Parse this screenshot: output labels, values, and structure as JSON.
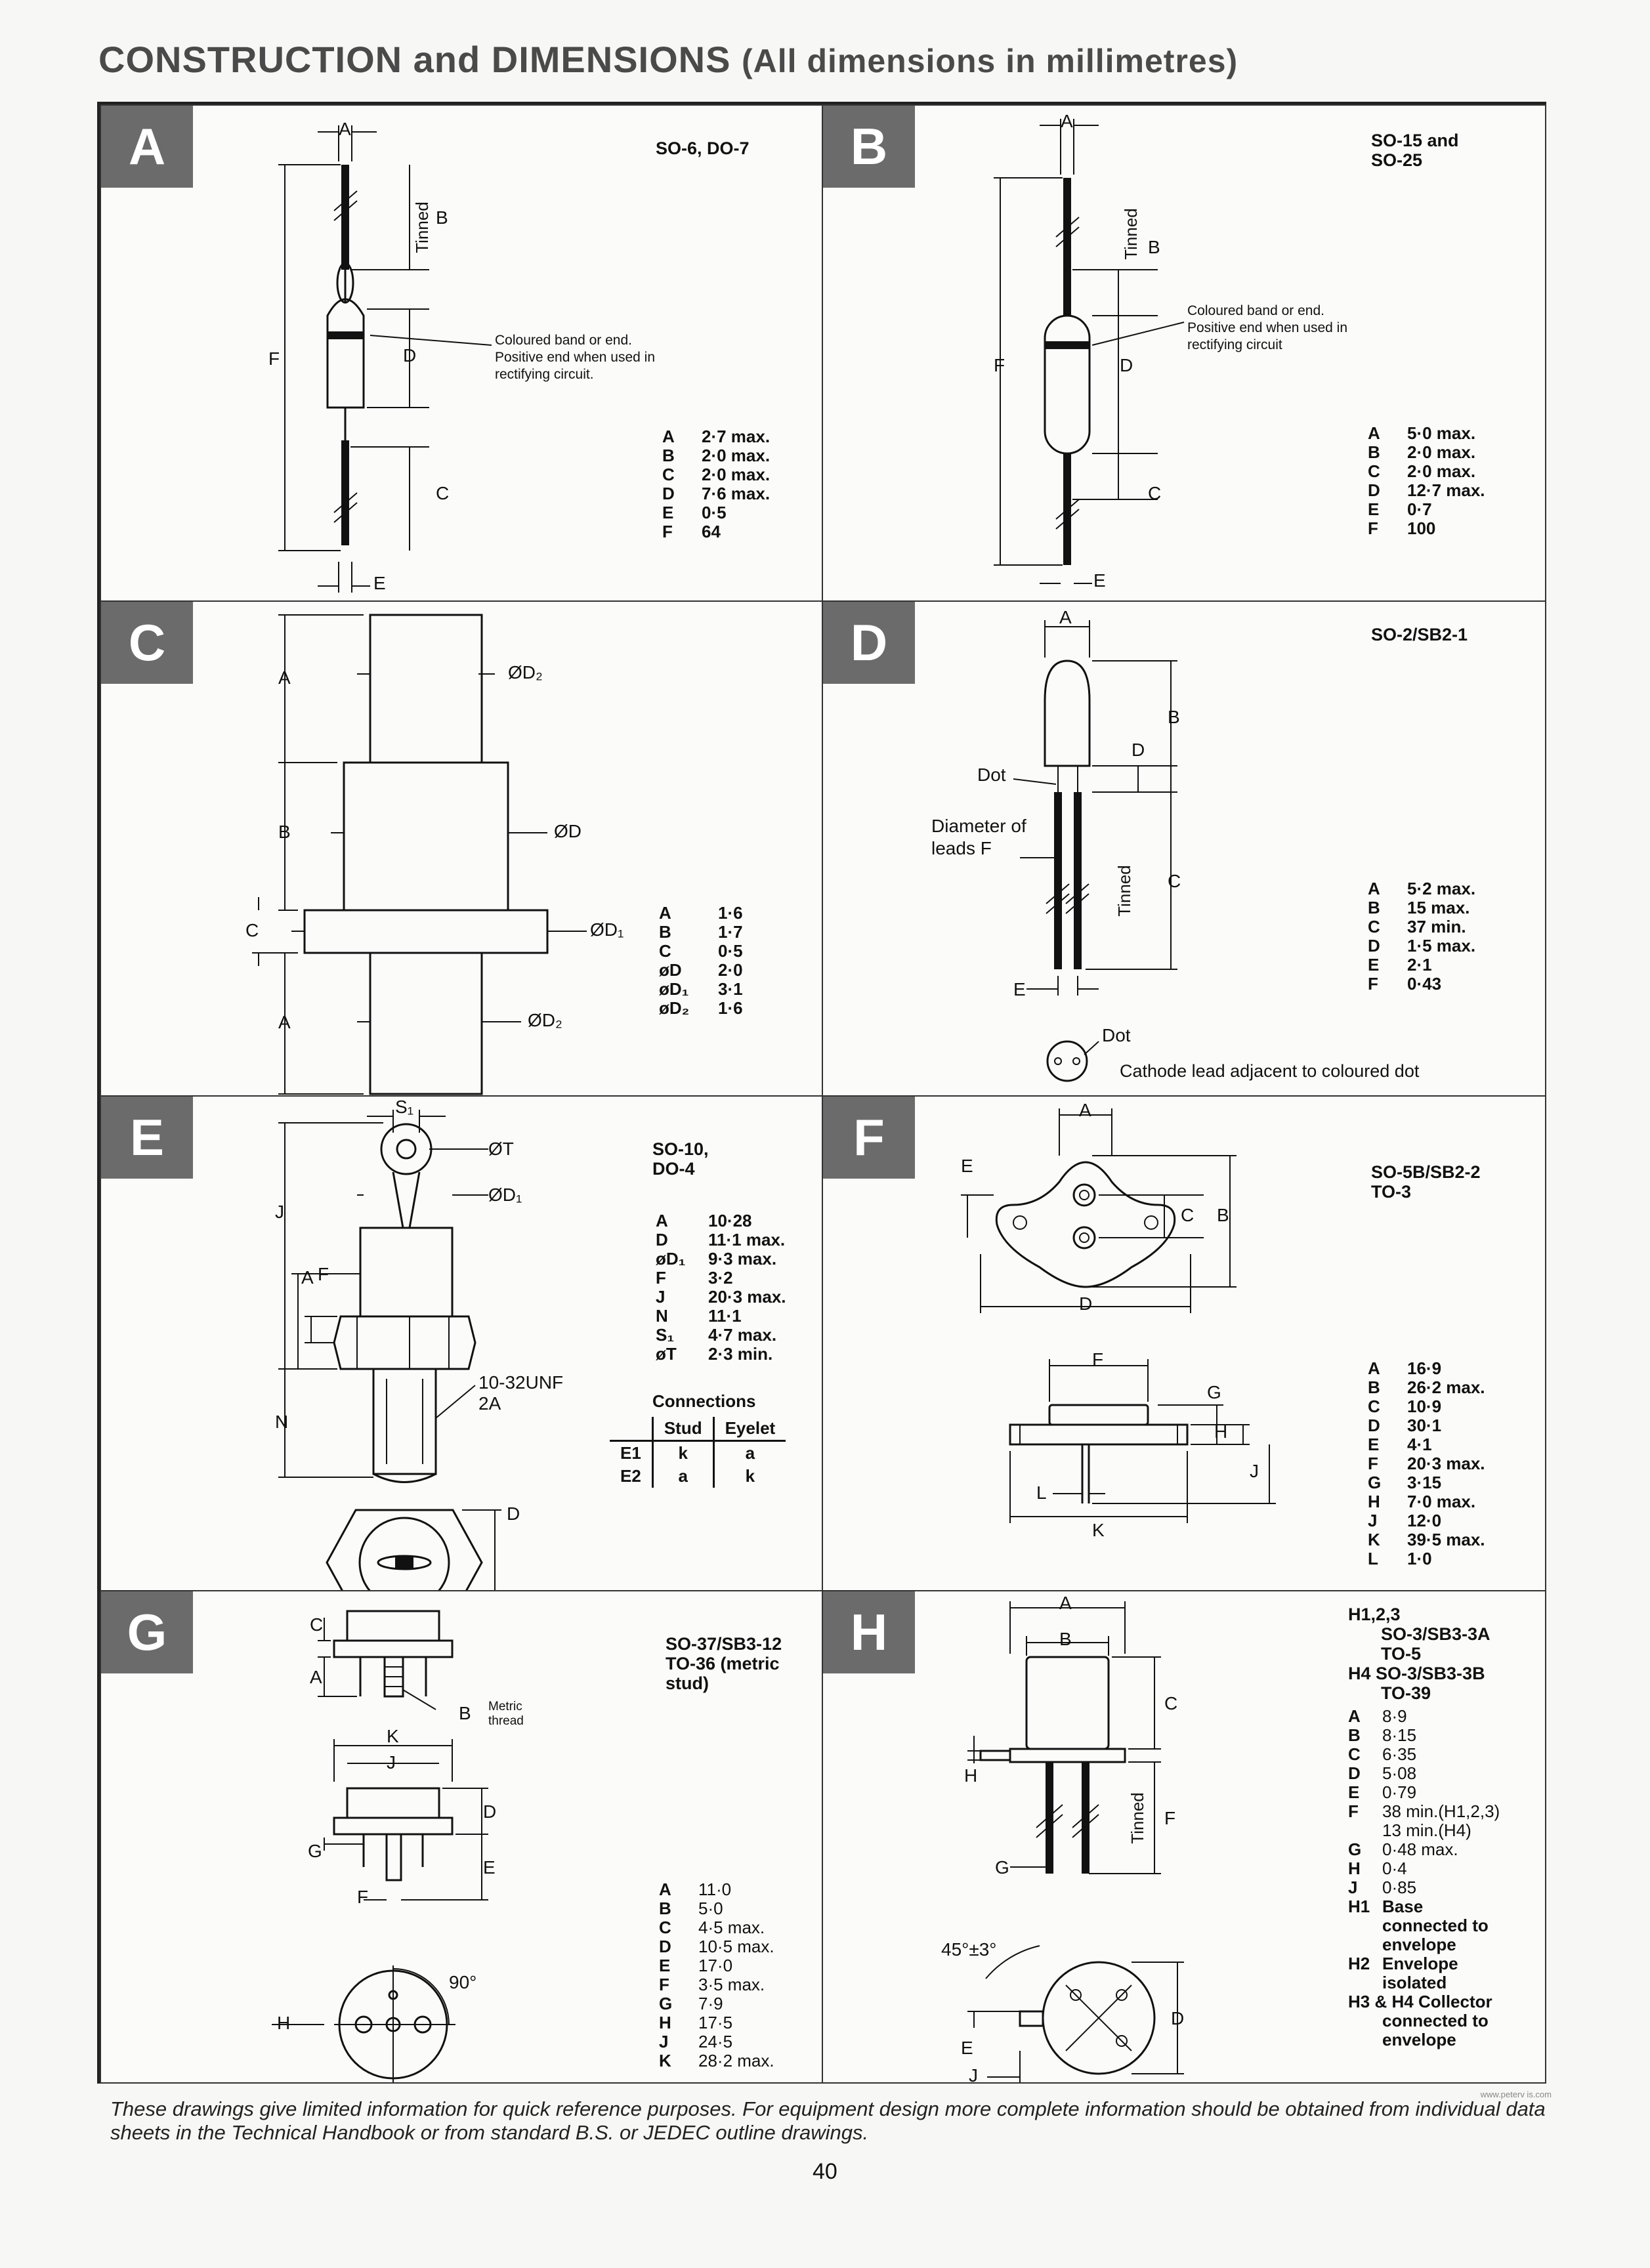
{
  "header": {
    "title_main": "CONSTRUCTION and DIMENSIONS",
    "title_sub": "(All dimensions in millimetres)"
  },
  "panels": {
    "A": {
      "letter": "A",
      "title": "SO-6, DO-7",
      "note": "Coloured band or end. Positive end when used in rectifying circuit.",
      "tinned": "Tinned",
      "labels": {
        "a": "A",
        "b": "B",
        "c": "C",
        "d": "D",
        "e": "E",
        "f": "F"
      },
      "dims": [
        {
          "k": "A",
          "v": "2·7 max."
        },
        {
          "k": "B",
          "v": "2·0 max."
        },
        {
          "k": "C",
          "v": "2·0 max."
        },
        {
          "k": "D",
          "v": "7·6 max."
        },
        {
          "k": "E",
          "v": "0·5"
        },
        {
          "k": "F",
          "v": "64"
        }
      ]
    },
    "B": {
      "letter": "B",
      "title": "SO-15 and SO-25",
      "note": "Coloured band or end. Positive end when used in rectifying circuit",
      "tinned": "Tinned",
      "labels": {
        "a": "A",
        "b": "B",
        "c": "C",
        "d": "D",
        "e": "E",
        "f": "F"
      },
      "dims": [
        {
          "k": "A",
          "v": "5·0 max."
        },
        {
          "k": "B",
          "v": "2·0 max."
        },
        {
          "k": "C",
          "v": "2·0 max."
        },
        {
          "k": "D",
          "v": "12·7 max."
        },
        {
          "k": "E",
          "v": "0·7"
        },
        {
          "k": "F",
          "v": "100"
        }
      ]
    },
    "C": {
      "letter": "C",
      "labels": {
        "a": "A",
        "b": "B",
        "c": "C",
        "d": "ØD",
        "d1": "ØD₁",
        "d2": "ØD₂"
      },
      "dims": [
        {
          "k": "A",
          "v": "1·6"
        },
        {
          "k": "B",
          "v": "1·7"
        },
        {
          "k": "C",
          "v": "0·5"
        },
        {
          "k": "øD",
          "v": "2·0"
        },
        {
          "k": "øD₁",
          "v": "3·1"
        },
        {
          "k": "øD₂",
          "v": "1·6"
        }
      ]
    },
    "D": {
      "letter": "D",
      "title": "SO-2/SB2-1",
      "dot": "Dot",
      "diameter": "Diameter of leads F",
      "tinned": "Tinned",
      "cathode": "Cathode lead adjacent to coloured dot",
      "labels": {
        "a": "A",
        "b": "B",
        "c": "C",
        "d": "D",
        "e": "E"
      },
      "dims": [
        {
          "k": "A",
          "v": "5·2 max."
        },
        {
          "k": "B",
          "v": "15 max."
        },
        {
          "k": "C",
          "v": "37 min."
        },
        {
          "k": "D",
          "v": "1·5 max."
        },
        {
          "k": "E",
          "v": "2·1"
        },
        {
          "k": "F",
          "v": "0·43"
        }
      ]
    },
    "E": {
      "letter": "E",
      "title": "SO-10, DO-4",
      "thread": "10-32UNF 2A",
      "labels": {
        "s1": "S₁",
        "t": "ØT",
        "d1": "ØD₁",
        "j": "J",
        "a": "A",
        "f": "F",
        "n": "N",
        "d": "D"
      },
      "dims": [
        {
          "k": "A",
          "v": "10·28"
        },
        {
          "k": "D",
          "v": "11·1 max."
        },
        {
          "k": "øD₁",
          "v": "9·3 max."
        },
        {
          "k": "F",
          "v": "3·2"
        },
        {
          "k": "J",
          "v": "20·3 max."
        },
        {
          "k": "N",
          "v": "11·1"
        },
        {
          "k": "S₁",
          "v": "4·7 max."
        },
        {
          "k": "øT",
          "v": "2·3 min."
        }
      ],
      "connections": {
        "title": "Connections",
        "headers": [
          "",
          "Stud",
          "Eyelet"
        ],
        "rows": [
          [
            "E1",
            "k",
            "a"
          ],
          [
            "E2",
            "a",
            "k"
          ]
        ]
      }
    },
    "F": {
      "letter": "F",
      "title": "SO-5B/SB2-2 TO-3",
      "labels": {
        "a": "A",
        "b": "B",
        "c": "C",
        "d": "D",
        "e": "E",
        "f": "F",
        "g": "G",
        "h": "H",
        "j": "J",
        "k": "K",
        "l": "L"
      },
      "dims": [
        {
          "k": "A",
          "v": "16·9"
        },
        {
          "k": "B",
          "v": "26·2 max."
        },
        {
          "k": "C",
          "v": "10·9"
        },
        {
          "k": "D",
          "v": "30·1"
        },
        {
          "k": "E",
          "v": "4·1"
        },
        {
          "k": "F",
          "v": "20·3 max."
        },
        {
          "k": "G",
          "v": "3·15"
        },
        {
          "k": "H",
          "v": "7·0 max."
        },
        {
          "k": "J",
          "v": "12·0"
        },
        {
          "k": "K",
          "v": "39·5 max."
        },
        {
          "k": "L",
          "v": "1·0"
        }
      ]
    },
    "G": {
      "letter": "G",
      "title": "SO-37/SB3-12 TO-36 (metric stud)",
      "metric": "Metric thread",
      "angle": "90°",
      "labels": {
        "a": "A",
        "b": "B",
        "c": "C",
        "d": "D",
        "e": "E",
        "f": "F",
        "g": "G",
        "h": "H",
        "j": "J",
        "k": "K"
      },
      "dims": [
        {
          "k": "A",
          "v": "11·0"
        },
        {
          "k": "B",
          "v": "5·0"
        },
        {
          "k": "C",
          "v": "4·5 max."
        },
        {
          "k": "D",
          "v": "10·5 max."
        },
        {
          "k": "E",
          "v": "17·0"
        },
        {
          "k": "F",
          "v": "3·5 max."
        },
        {
          "k": "G",
          "v": "7·9"
        },
        {
          "k": "H",
          "v": "17·5"
        },
        {
          "k": "J",
          "v": "24·5"
        },
        {
          "k": "K",
          "v": "28·2 max."
        }
      ]
    },
    "H": {
      "letter": "H",
      "title_lines": [
        "H1,2,3",
        "SO-3/SB3-3A",
        "TO-5",
        "H4 SO-3/SB3-3B",
        "TO-39"
      ],
      "angle": "45°±3°",
      "tinned": "Tinned",
      "labels": {
        "a": "A",
        "b": "B",
        "c": "C",
        "d": "D",
        "e": "E",
        "f": "F",
        "g": "G",
        "h": "H",
        "j": "J"
      },
      "dims": [
        {
          "k": "A",
          "v": "8·9"
        },
        {
          "k": "B",
          "v": "8·15"
        },
        {
          "k": "C",
          "v": "6·35"
        },
        {
          "k": "D",
          "v": "5·08"
        },
        {
          "k": "E",
          "v": "0·79"
        },
        {
          "k": "F",
          "v": "38 min.(H1,2,3)"
        },
        {
          "k": "",
          "v": "13 min.(H4)"
        },
        {
          "k": "G",
          "v": "0·48 max."
        },
        {
          "k": "H",
          "v": "0·4"
        },
        {
          "k": "J",
          "v": "0·85"
        },
        {
          "k": "H1",
          "v": "Base"
        },
        {
          "k": "",
          "v": "connected to"
        },
        {
          "k": "",
          "v": "envelope"
        },
        {
          "k": "H2",
          "v": "Envelope"
        },
        {
          "k": "",
          "v": "isolated"
        },
        {
          "k": "H3 & H4",
          "v": "Collector"
        },
        {
          "k": "",
          "v": "connected to"
        },
        {
          "k": "",
          "v": "envelope"
        }
      ]
    }
  },
  "footer": {
    "text": "These drawings give limited information for quick reference purposes. For equipment design more complete information should be obtained from individual data sheets in the Technical Handbook or from standard B.S. or JEDEC outline drawings.",
    "page": "40",
    "credit": "www.peterv is.com"
  }
}
